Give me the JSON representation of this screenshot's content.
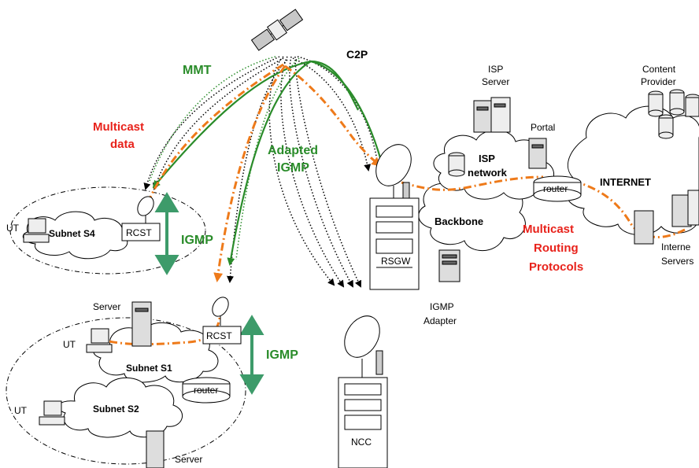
{
  "labels": {
    "mmt": "MMT",
    "c2p": "C2P",
    "multicast_data_1": "Multicast",
    "multicast_data_2": "data",
    "adapted_igmp_1": "Adapted",
    "adapted_igmp_2": "IGMP",
    "igmp_s4": "IGMP",
    "igmp_s1": "IGMP",
    "isp_server_1": "ISP",
    "isp_server_2": "Server",
    "content_provider_1": "Content",
    "content_provider_2": "Provider",
    "portal": "Portal",
    "isp_network_1": "ISP",
    "isp_network_2": "network",
    "internet": "INTERNET",
    "router_isp": "router",
    "backbone": "Backbone",
    "mrp_1": "Multicast",
    "mrp_2": "Routing",
    "mrp_3": "Protocols",
    "internet_servers_1": "Interne",
    "internet_servers_2": "Servers",
    "rsgw": "RSGW",
    "igmp_adapter_1": "IGMP",
    "igmp_adapter_2": "Adapter",
    "ncc": "NCC",
    "subnet_s4": "Subnet S4",
    "rcst_s4": "RCST",
    "ut_s4": "UT",
    "server_s1": "Server",
    "ut_s1": "UT",
    "rcst_s1": "RCST",
    "subnet_s1": "Subnet S1",
    "router_s1": "router",
    "ut_s2": "UT",
    "subnet_s2": "Subnet S2",
    "server_s2": "Server"
  },
  "colors": {
    "red_text": "#e8221b",
    "green": "#2a8c2a",
    "orange": "#ee7a1a",
    "black": "#000000"
  }
}
